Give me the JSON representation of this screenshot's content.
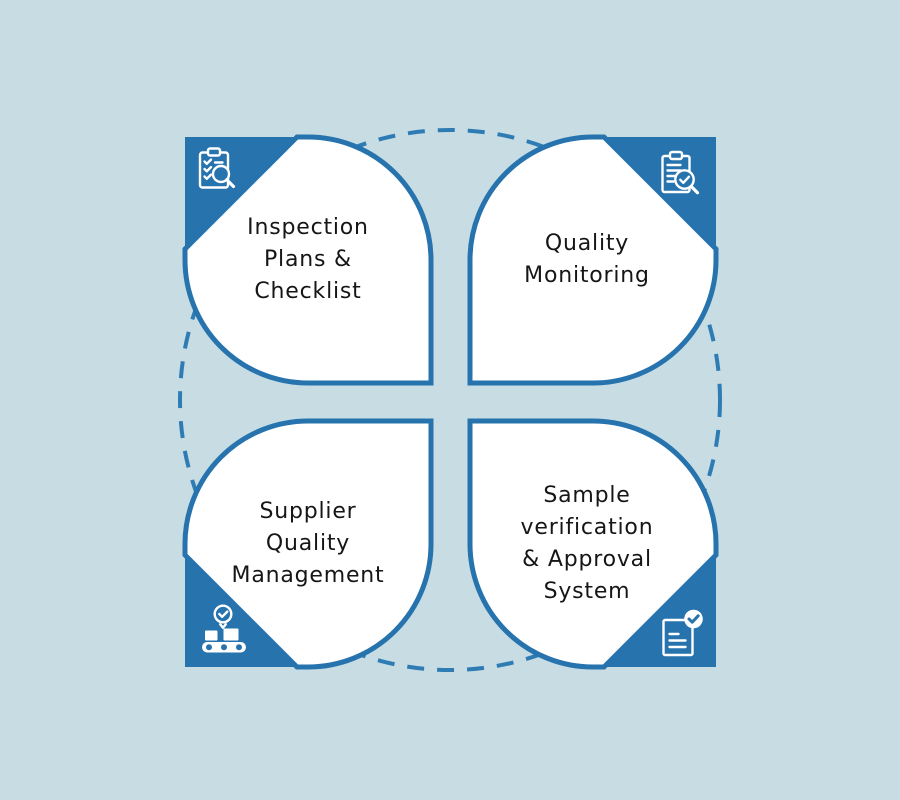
{
  "theme": {
    "background": "#c7dde3",
    "primary_blue": "#2673ae",
    "dash_blue": "#2f7cb5",
    "petal_fill": "#ffffff",
    "text_color": "#161616"
  },
  "diagram": {
    "type": "four-petal quality management infographic",
    "quadrants": [
      {
        "position": "top-left",
        "label": "Inspection\nPlans &\nChecklist",
        "icon": "clipboard-search-icon"
      },
      {
        "position": "top-right",
        "label": "Quality\nMonitoring",
        "icon": "clipboard-verify-icon"
      },
      {
        "position": "bottom-left",
        "label": "Supplier\nQuality\nManagement",
        "icon": "conveyor-check-icon"
      },
      {
        "position": "bottom-right",
        "label": "Sample\nverification\n& Approval\nSystem",
        "icon": "document-approved-icon"
      }
    ]
  }
}
